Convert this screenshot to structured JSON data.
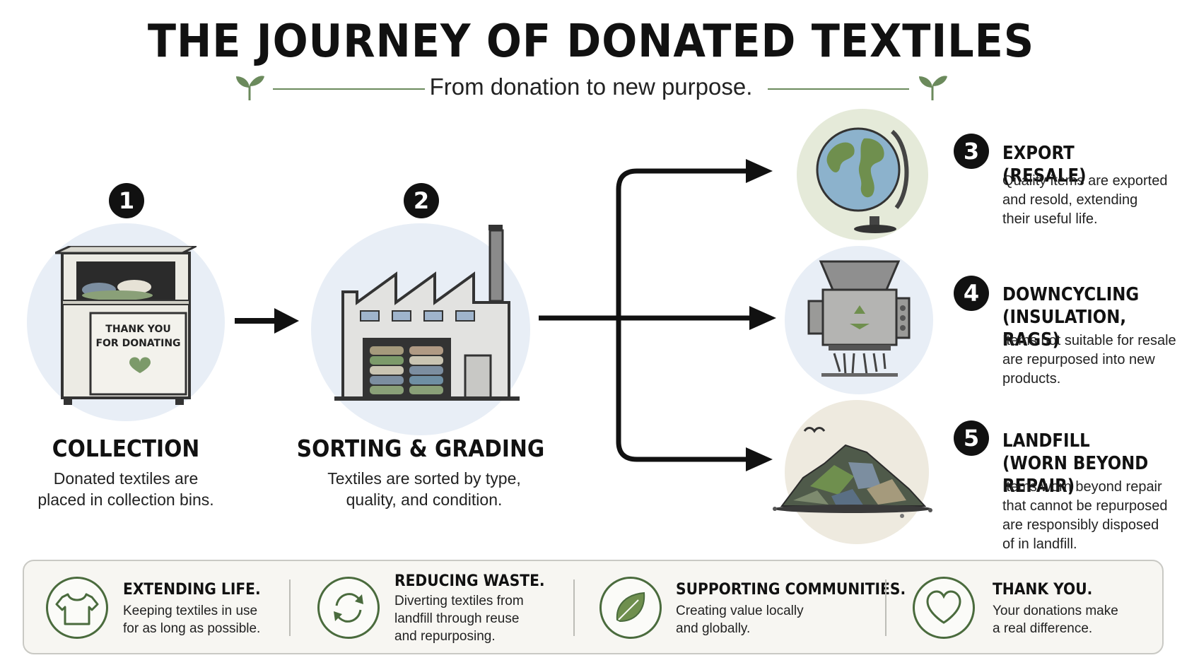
{
  "title": "THE JOURNEY OF DONATED TEXTILES",
  "subtitle": "From donation to new purpose.",
  "stages": [
    {
      "number": "1",
      "title": "COLLECTION",
      "desc1": "Donated textiles are",
      "desc2": "placed in collection bins.",
      "bin_label1": "THANK YOU",
      "bin_label2": "FOR DONATING"
    },
    {
      "number": "2",
      "title": "SORTING & GRADING",
      "desc1": "Textiles are sorted by type,",
      "desc2": "quality, and condition."
    }
  ],
  "branches": [
    {
      "number": "3",
      "title1": "EXPORT (RESALE)",
      "title2": "",
      "desc": [
        "Quality items are exported",
        "and resold, extending",
        "their useful life."
      ],
      "icon": "globe-icon"
    },
    {
      "number": "4",
      "title1": "DOWNCYCLING",
      "title2": "(INSULATION, RAGS)",
      "desc": [
        "Items not suitable for resale",
        "are repurposed into new",
        "products."
      ],
      "icon": "shredder-icon"
    },
    {
      "number": "5",
      "title1": "LANDFILL",
      "title2": "(WORN BEYOND REPAIR)",
      "desc": [
        "Items worn beyond repair",
        "that cannot be repurposed",
        "are responsibly disposed",
        "of in landfill."
      ],
      "icon": "landfill-pile-icon"
    }
  ],
  "footer": [
    {
      "title": "EXTENDING LIFE.",
      "desc": [
        "Keeping textiles in use",
        "for as long as possible."
      ],
      "icon": "tshirt-icon"
    },
    {
      "title": "REDUCING WASTE.",
      "desc": [
        "Diverting textiles from",
        "landfill through reuse",
        "and repurposing."
      ],
      "icon": "cycle-arrows-icon"
    },
    {
      "title": "SUPPORTING COMMUNITIES.",
      "desc": [
        "Creating value locally",
        "and globally."
      ],
      "icon": "leaf-icon"
    },
    {
      "title": "THANK YOU.",
      "desc": [
        "Your donations make",
        "a real difference."
      ],
      "icon": "heart-icon"
    }
  ],
  "colors": {
    "accent_green": "#4a6b3d",
    "circle_blue": "#e8eef6",
    "circle_green": "#e5ead9",
    "circle_beige": "#eeeadf"
  }
}
